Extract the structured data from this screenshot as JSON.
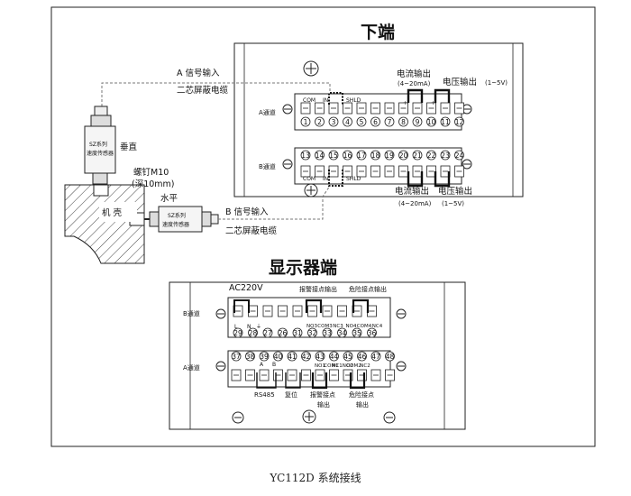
{
  "frame": {
    "lower_title": "下端",
    "display_title": "显示器端",
    "caption": "YC112D 系统接线"
  },
  "sensors": {
    "vertical_label": "垂直",
    "vertical_body": [
      "SZ系列",
      "速度传感器"
    ],
    "screw": "螺钉M10",
    "screw_depth": "(深10mm)",
    "horizontal_label": "水平",
    "horizontal_body": [
      "SZ系列",
      "速度传感器"
    ],
    "machine": "机 壳"
  },
  "cables": {
    "a_input": "A 信号输入",
    "a_cable": "二芯屏蔽电缆",
    "b_input": "B 信号输入",
    "b_cable": "二芯屏蔽电缆"
  },
  "lower_panel": {
    "channel_a": "A通道",
    "channel_b": "B通道",
    "current_out": "电流输出",
    "current_range": "(4~20mA)",
    "voltage_out": "电压输出",
    "voltage_range": "(1~5V)",
    "current_out_b": "电流输出",
    "current_range_b": "(4~20mA)",
    "voltage_out_b": "电压输出",
    "voltage_range_b": "(1~5V)",
    "com": "COM",
    "in": "IN",
    "shld": "SHLD",
    "plus": "+",
    "top_terminals": [
      "1",
      "2",
      "3",
      "4",
      "5",
      "6",
      "7",
      "8",
      "9",
      "10",
      "11",
      "12"
    ],
    "bottom_terminals": [
      "13",
      "14",
      "15",
      "16",
      "17",
      "18",
      "19",
      "20",
      "21",
      "22",
      "23",
      "24"
    ]
  },
  "display_panel": {
    "ac": "AC220V",
    "alarm_top": "报警接点输出",
    "danger_top": "危险接点输出",
    "channel_b": "B通道",
    "channel_a": "A通道",
    "L": "L",
    "N": "N",
    "earth": "⏚",
    "top_pins": [
      "NO3",
      "COM3",
      "NC3",
      "NO4",
      "COM4",
      "NC4"
    ],
    "top_terminals": [
      "29",
      "28",
      "27",
      "26",
      "31",
      "32",
      "33",
      "34",
      "35",
      "36"
    ],
    "bottom_terminals": [
      "37",
      "38",
      "39",
      "40",
      "41",
      "42",
      "43",
      "44",
      "45",
      "46",
      "47",
      "48"
    ],
    "bottom_pins_a": "A",
    "bottom_pins_b": "B",
    "bottom_pins": [
      "NO1",
      "COM1",
      "NC1NO2",
      "COM2",
      "NC2"
    ],
    "rs485": "RS485",
    "reset": "复位",
    "alarm_bottom": [
      "报警接点",
      "输出"
    ],
    "danger_bottom": [
      "危险接点",
      "输出"
    ]
  }
}
